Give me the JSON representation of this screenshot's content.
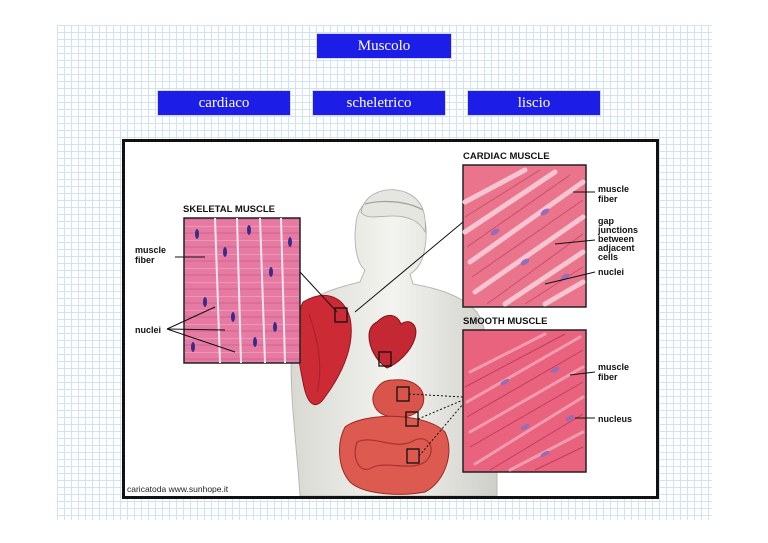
{
  "header": {
    "title": "Muscolo"
  },
  "categories": [
    {
      "label": "cardiaco"
    },
    {
      "label": "scheletrico"
    },
    {
      "label": "liscio"
    }
  ],
  "figure": {
    "skeletal": {
      "heading": "SKELETAL MUSCLE",
      "fiber_label_1": "muscle",
      "fiber_label_2": "fiber",
      "nuclei_label": "nuclei"
    },
    "cardiac": {
      "heading": "CARDIAC MUSCLE",
      "fiber_label_1": "muscle",
      "fiber_label_2": "fiber",
      "gap_label_1": "gap",
      "gap_label_2": "junctions",
      "gap_label_3": "between",
      "gap_label_4": "adjacent",
      "gap_label_5": "cells",
      "nuclei_label": "nuclei"
    },
    "smooth": {
      "heading": "SMOOTH MUSCLE",
      "fiber_label_1": "muscle",
      "fiber_label_2": "fiber",
      "nucleus_label": "nucleus"
    },
    "credit": "caricatoda www.sunhope.it"
  },
  "colors": {
    "button_bg": "#1d1de8",
    "grid_line": "#cfe3f5",
    "tissue_pink": "#e8708a",
    "muscle_red": "#cc2a35"
  }
}
